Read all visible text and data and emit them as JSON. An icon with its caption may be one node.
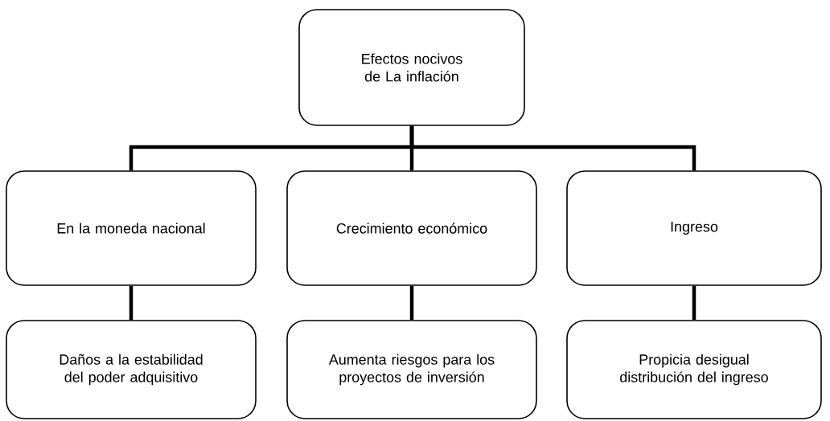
{
  "diagram": {
    "nodes": [
      {
        "text": [
          "Efectos nocivos de La inflación"
        ]
      },
      {
        "text": [
          "En la moneda nacional"
        ]
      },
      {
        "text": [
          "Crecimiento económico"
        ]
      },
      {
        "text": [
          "Ingreso"
        ]
      },
      {
        "text": [
          "Daños a la estabilidad del poder adquisitivo"
        ]
      },
      {
        "text": [
          "Aumenta riesgos para los proyectos de inversión"
        ]
      },
      {
        "text": [
          "Propicia desigual distribución del ingreso"
        ]
      }
    ],
    "edges": [
      {
        "from": 0,
        "to": 1,
        "arrow": "none"
      },
      {
        "from": 0,
        "to": 2,
        "arrow": "none"
      },
      {
        "from": 0,
        "to": 3,
        "arrow": "none"
      },
      {
        "from": 1,
        "to": 4,
        "arrow": "none"
      },
      {
        "from": 2,
        "to": 5,
        "arrow": "none"
      },
      {
        "from": 3,
        "to": 6,
        "arrow": "none"
      }
    ]
  }
}
